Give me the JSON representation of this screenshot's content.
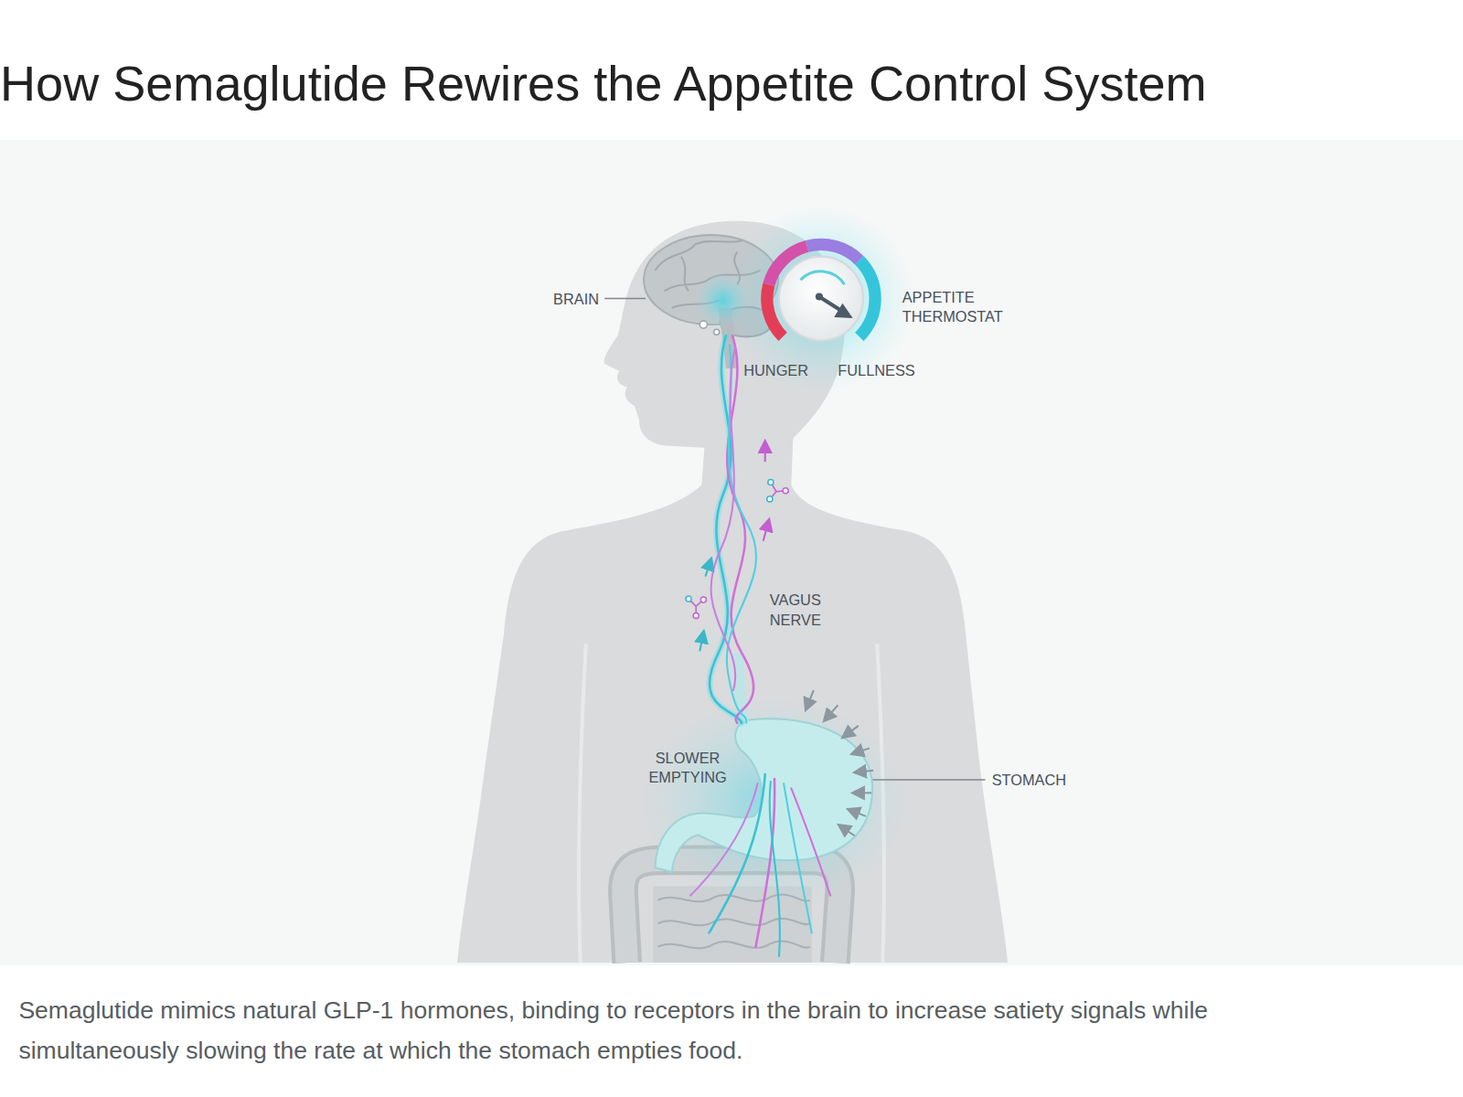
{
  "diagram": {
    "title": "How Semaglutide Rewires the Appetite Control System",
    "caption": "Semaglutide mimics natural GLP-1 hormones, binding to receptors in the brain to increase satiety signals while simultaneously slowing the rate at which the stomach empties food.",
    "labels": [
      "BRAIN",
      "APPETITE THERMOSTAT",
      "HUNGER",
      "FULLNESS",
      "VAGUS NERVE",
      "SLOWER EMPTYING",
      "STOMACH"
    ]
  }
}
